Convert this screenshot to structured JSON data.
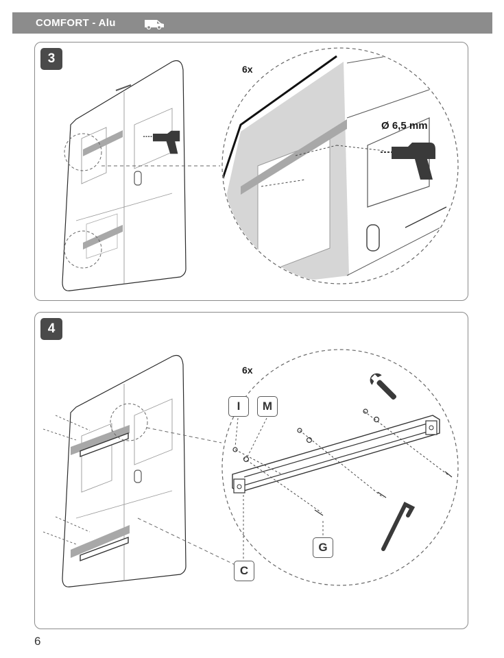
{
  "header": {
    "title": "COMFORT - Alu",
    "icon": "van-icon"
  },
  "step3": {
    "number": "3",
    "quantity": "6x",
    "drill_size": "Ø 6,5 mm",
    "icons": [
      "rear-door-icon",
      "drill-icon"
    ]
  },
  "step4": {
    "number": "4",
    "quantity": "6x",
    "parts": {
      "i": "I",
      "m": "M",
      "g": "G",
      "c": "C"
    },
    "icons": [
      "rear-door-icon",
      "wrench-icon",
      "allen-key-icon",
      "rail-icon"
    ]
  },
  "page_number": "6",
  "colors": {
    "header_bg": "#8c8c8c",
    "badge_bg": "#4a4a4a",
    "highlight": "#a8a8a8"
  }
}
